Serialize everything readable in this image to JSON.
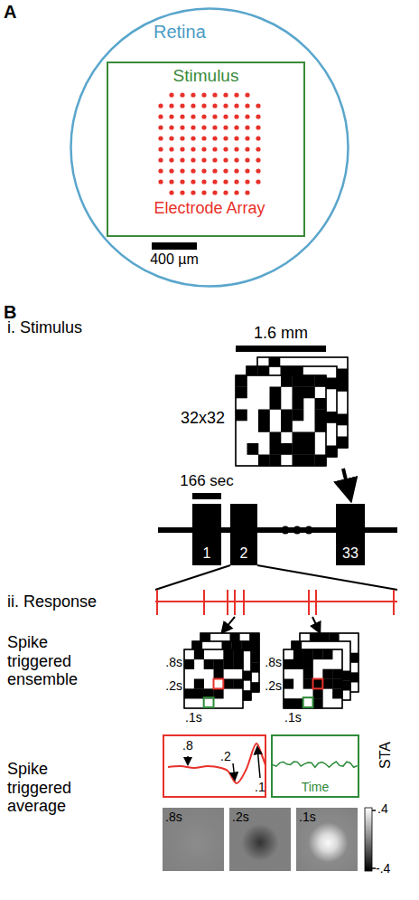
{
  "diagram": {
    "nodes": [
      {
        "text": [
          "Retina"
        ]
      },
      {
        "text": [
          "Stimulus"
        ],
        "in": 0
      },
      {
        "text": [
          "1"
        ]
      },
      {
        "text": [
          "2"
        ]
      },
      {
        "text": [
          "33"
        ]
      },
      {
        "text": [
          ".8",
          ".2",
          ".1"
        ]
      },
      {
        "text": [
          "Time"
        ]
      },
      {
        "text": [
          ".8s"
        ]
      },
      {
        "text": [
          ".2s"
        ]
      },
      {
        "text": [
          ".1s"
        ]
      }
    ],
    "labels": [
      "A",
      "Electrode Array",
      "400 µm",
      "B",
      "i. Stimulus",
      "1.6 mm",
      "32x32",
      "166 sec",
      "ii. Response",
      "Spike triggered ensemble",
      ".8s",
      ".2s",
      ".1s",
      ".8s",
      ".2s",
      ".1s",
      "Spike triggered average",
      "STA",
      ".4",
      "-.4"
    ]
  }
}
